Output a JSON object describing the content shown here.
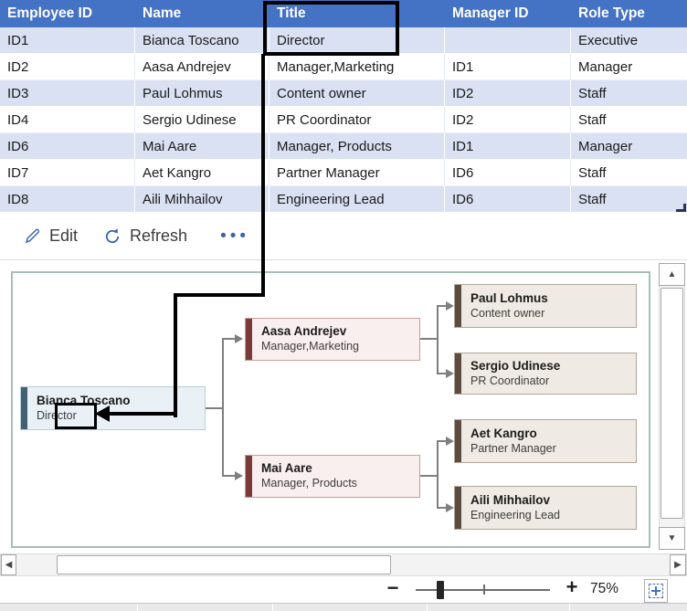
{
  "table": {
    "headers": [
      "Employee ID",
      "Name",
      "Title",
      "Manager ID",
      "Role Type"
    ],
    "rows": [
      [
        "ID1",
        "Bianca Toscano",
        "Director",
        "",
        "Executive"
      ],
      [
        "ID2",
        "Aasa Andrejev",
        "Manager,Marketing",
        "ID1",
        "Manager"
      ],
      [
        "ID3",
        "Paul Lohmus",
        "Content owner",
        "ID2",
        "Staff"
      ],
      [
        "ID4",
        "Sergio Udinese",
        "PR Coordinator",
        "ID2",
        "Staff"
      ],
      [
        "ID6",
        "Mai Aare",
        "Manager, Products",
        "ID1",
        "Manager"
      ],
      [
        "ID7",
        "Aet Kangro",
        "Partner Manager",
        "ID6",
        "Staff"
      ],
      [
        "ID8",
        "Aili Mihhailov",
        "Engineering Lead",
        "ID6",
        "Staff"
      ]
    ],
    "header_bg": "#4472C4",
    "band_bg": "#D9E1F2"
  },
  "toolbar": {
    "edit_label": "Edit",
    "refresh_label": "Refresh",
    "more_label": "•••"
  },
  "org_chart": {
    "nodes": [
      {
        "name": "Bianca Toscano",
        "title": "Director"
      },
      {
        "name": "Aasa Andrejev",
        "title": "Manager,Marketing"
      },
      {
        "name": "Mai Aare",
        "title": "Manager, Products"
      },
      {
        "name": "Paul Lohmus",
        "title": "Content owner"
      },
      {
        "name": "Sergio Udinese",
        "title": "PR Coordinator"
      },
      {
        "name": "Aet Kangro",
        "title": "Partner Manager"
      },
      {
        "name": "Aili Mihhailov",
        "title": "Engineering Lead"
      }
    ],
    "accent_blue": "#416072",
    "accent_maroon": "#7a3c39",
    "accent_brown": "#5d4c42",
    "connector_color": "#7f7f7f",
    "frame_border": "#a6c0b6"
  },
  "annotation": {
    "color": "#000000"
  },
  "scrollbars": {
    "up": "▲",
    "down": "▼",
    "left": "◀",
    "right": "▶"
  },
  "zoom_bar": {
    "minus_label": "−",
    "plus_label": "+",
    "zoom_level": "75%"
  }
}
